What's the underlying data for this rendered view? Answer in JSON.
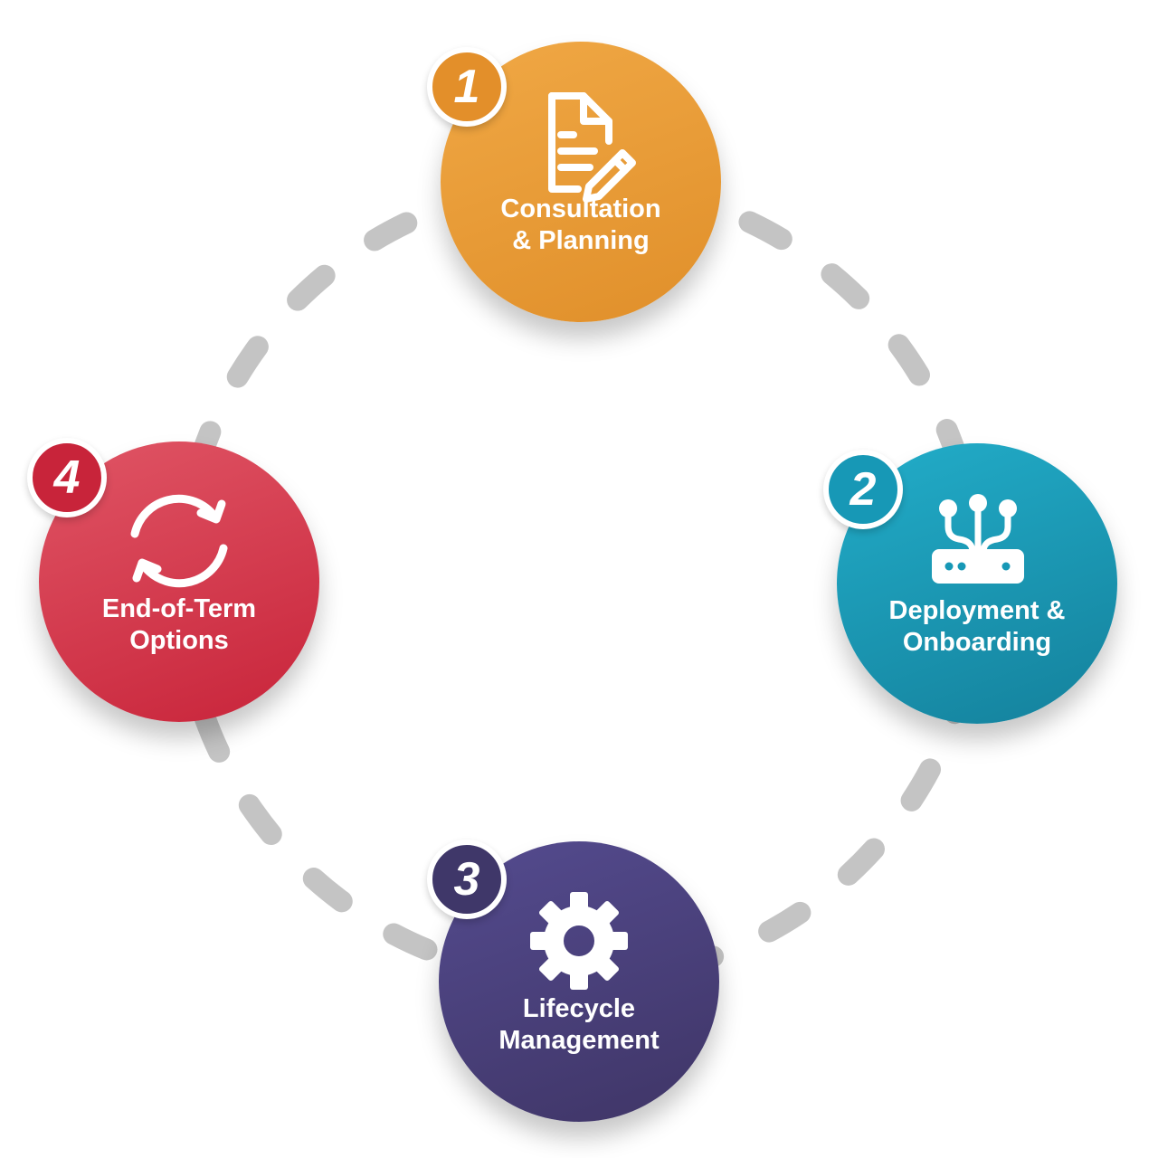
{
  "ring": {
    "color": "#c4c4c4"
  },
  "steps": [
    {
      "number": "1",
      "label_lines": [
        "Consultation",
        "& Planning"
      ],
      "icon": "document-edit-icon",
      "color": "#e8982f"
    },
    {
      "number": "2",
      "label_lines": [
        "Deployment &",
        "Onboarding"
      ],
      "icon": "router-icon",
      "color": "#1798b6"
    },
    {
      "number": "3",
      "label_lines": [
        "Lifecycle",
        "Management"
      ],
      "icon": "gear-icon",
      "color": "#463d78"
    },
    {
      "number": "4",
      "label_lines": [
        "End-of-Term",
        "Options"
      ],
      "icon": "refresh-icon",
      "color": "#d23a4c"
    }
  ]
}
